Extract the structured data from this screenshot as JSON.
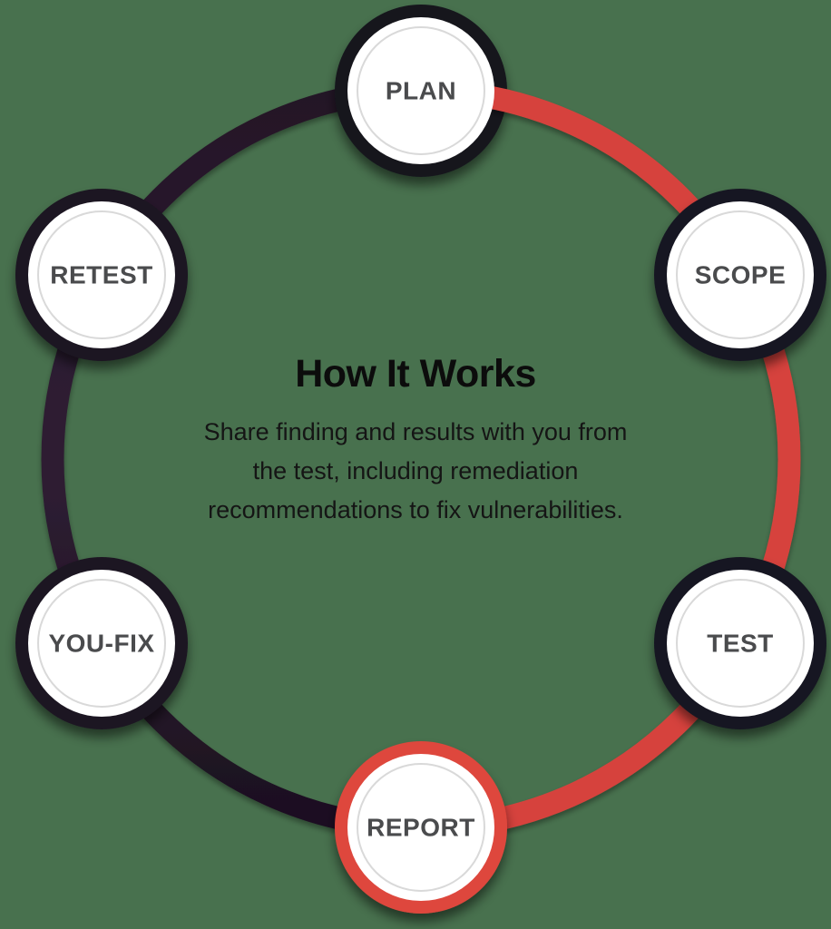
{
  "diagram": {
    "kind": "circular-process-diagram",
    "background_color": "#48714e"
  },
  "center_text": {
    "title": "How It Works",
    "description_lines": [
      "Share finding and results with you from",
      "the test, including remediation",
      "recommendations to fix vulnerabilities."
    ]
  },
  "ring": {
    "red_color": "#d6423c",
    "dark_gradient": [
      "#241727",
      "#2f1d33",
      "#1c1020"
    ]
  },
  "label_text_color": "#4a4b4d",
  "inner_circle_color": "#d9d9d9",
  "nodes": [
    {
      "id": "plan",
      "label": "PLAN",
      "ring_color": "#15181f"
    },
    {
      "id": "scope",
      "label": "SCOPE",
      "ring_color": "#161923"
    },
    {
      "id": "test",
      "label": "TEST",
      "ring_color": "#141821"
    },
    {
      "id": "report",
      "label": "REPORT",
      "ring_color": "#de463c"
    },
    {
      "id": "you-fix",
      "label": "YOU-FIX",
      "ring_color": "#1f1724"
    },
    {
      "id": "retest",
      "label": "RETEST",
      "ring_color": "#1b1520"
    }
  ]
}
